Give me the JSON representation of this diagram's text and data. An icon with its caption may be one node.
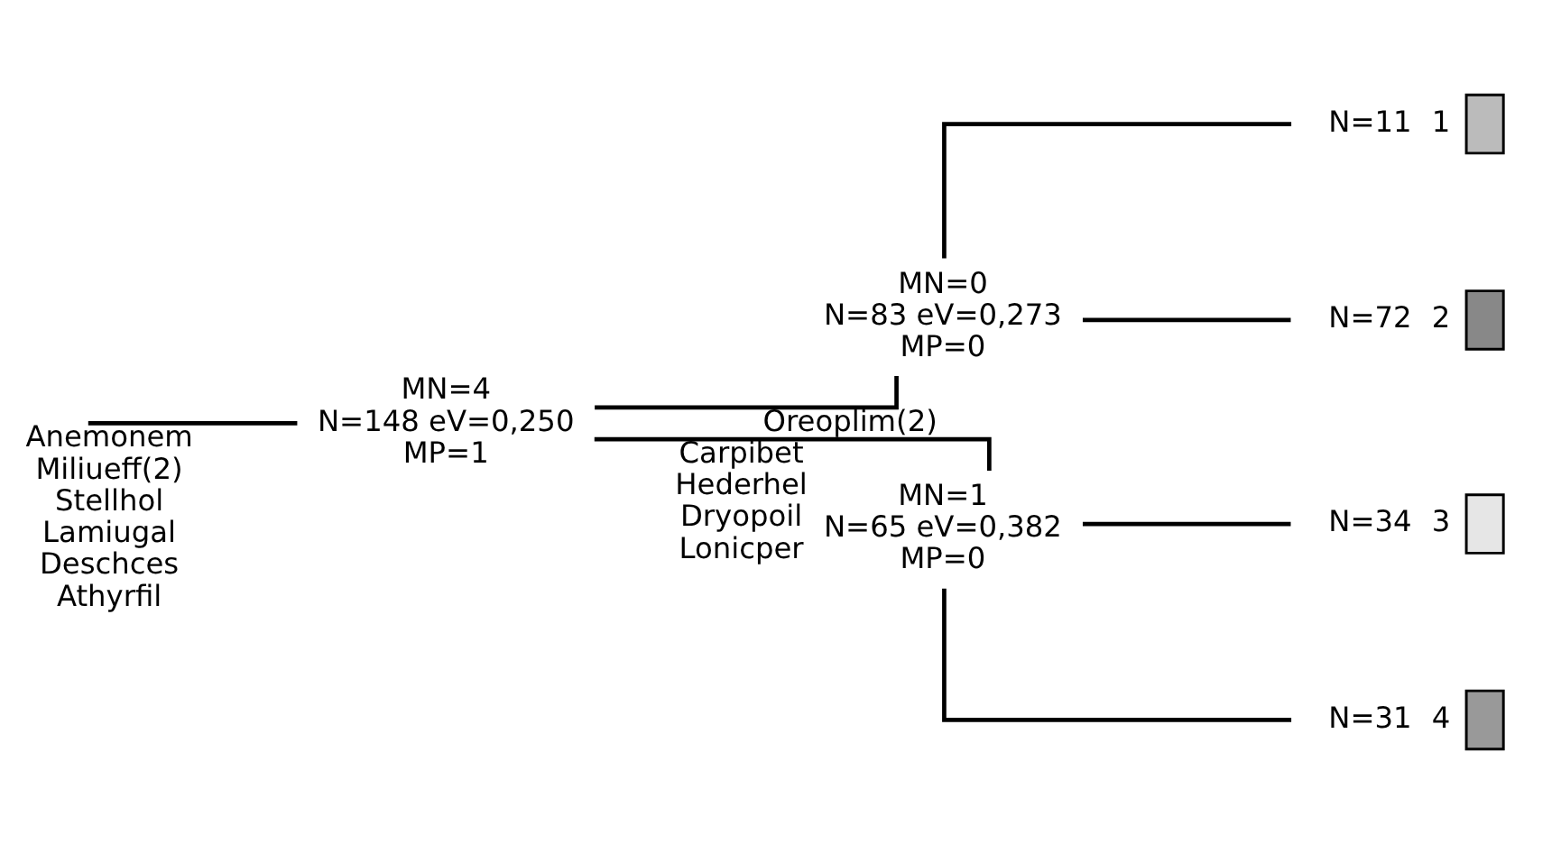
{
  "diagram": {
    "nodes": [
      {
        "text": [
          "MN=4",
          "N=148 eV=0,250",
          "MP=1"
        ]
      },
      {
        "text": [
          "MN=0",
          "N=83 eV=0,273",
          "MP=0"
        ]
      },
      {
        "text": [
          "MN=1",
          "N=65 eV=0,382",
          "MP=0"
        ]
      },
      {
        "text": [
          "N=11"
        ],
        "beside": [
          "1"
        ]
      },
      {
        "text": [
          "N=72"
        ],
        "beside": [
          "2"
        ]
      },
      {
        "text": [
          "N=34"
        ],
        "beside": [
          "3"
        ]
      },
      {
        "text": [
          "N=31"
        ],
        "beside": [
          "4"
        ]
      }
    ],
    "edges": [
      {
        "from": null,
        "to": 0,
        "arrow": "none",
        "label": "Anemonem Miliueff(2) Stellhol Lamiugal Deschces Athyrfil"
      },
      {
        "from": 0,
        "to": 1,
        "arrow": "none",
        "label": "Oreoplim(2)"
      },
      {
        "from": 0,
        "to": 2,
        "arrow": "none",
        "label": "Carpibet Hederhel Dryopoil Lonicper"
      },
      {
        "from": 1,
        "to": 3,
        "arrow": "none"
      },
      {
        "from": 1,
        "to": 4,
        "arrow": "none"
      },
      {
        "from": 2,
        "to": 5,
        "arrow": "none"
      },
      {
        "from": 2,
        "to": 6,
        "arrow": "none"
      }
    ]
  }
}
